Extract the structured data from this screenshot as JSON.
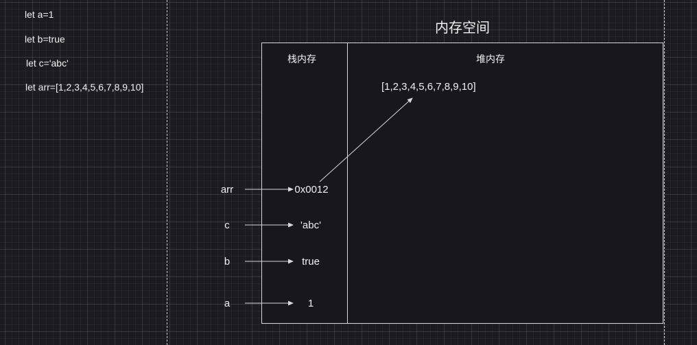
{
  "code": {
    "lines": [
      "let a=1",
      "let b=true",
      "let c='abc'",
      "let arr=[1,2,3,4,5,6,7,8,9,10]"
    ]
  },
  "diagram": {
    "title": "内存空间",
    "stack_label": "栈内存",
    "heap_label": "堆内存",
    "variables": [
      {
        "name": "arr",
        "stack_value": "0x0012"
      },
      {
        "name": "c",
        "stack_value": "'abc'"
      },
      {
        "name": "b",
        "stack_value": "true"
      },
      {
        "name": "a",
        "stack_value": "1"
      }
    ],
    "heap_object": "[1,2,3,4,5,6,7,8,9,10]"
  },
  "colors": {
    "background": "#1c1c20",
    "line": "#d9d9d9",
    "text": "#f0f0f0"
  }
}
